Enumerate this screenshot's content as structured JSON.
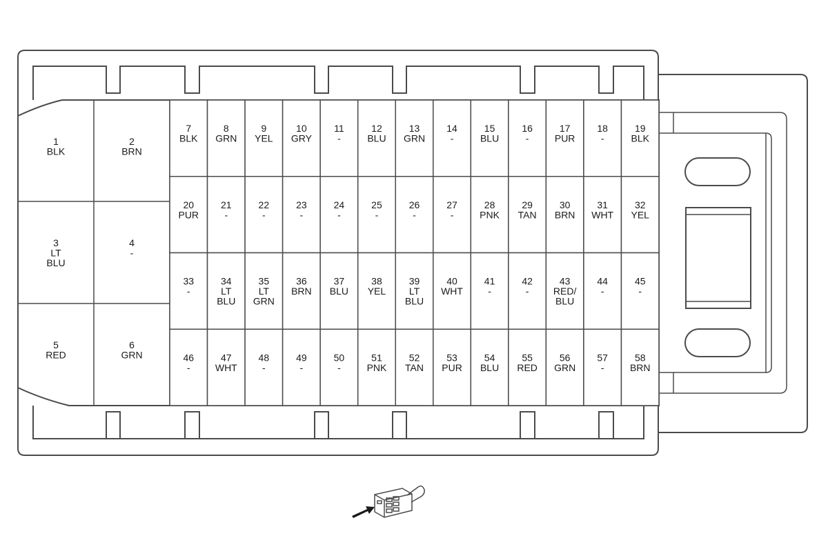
{
  "connector": {
    "large_pins": [
      {
        "num": "1",
        "lines": [
          "BLK"
        ]
      },
      {
        "num": "2",
        "lines": [
          "BRN"
        ]
      },
      {
        "num": "3",
        "lines": [
          "LT",
          "BLU"
        ]
      },
      {
        "num": "4",
        "lines": [
          "-"
        ]
      },
      {
        "num": "5",
        "lines": [
          "RED"
        ]
      },
      {
        "num": "6",
        "lines": [
          "GRN"
        ]
      }
    ],
    "pins": [
      {
        "num": "7",
        "lines": [
          "BLK"
        ]
      },
      {
        "num": "8",
        "lines": [
          "GRN"
        ]
      },
      {
        "num": "9",
        "lines": [
          "YEL"
        ]
      },
      {
        "num": "10",
        "lines": [
          "GRY"
        ]
      },
      {
        "num": "11",
        "lines": [
          "-"
        ]
      },
      {
        "num": "12",
        "lines": [
          "BLU"
        ]
      },
      {
        "num": "13",
        "lines": [
          "GRN"
        ]
      },
      {
        "num": "14",
        "lines": [
          "-"
        ]
      },
      {
        "num": "15",
        "lines": [
          "BLU"
        ]
      },
      {
        "num": "16",
        "lines": [
          "-"
        ]
      },
      {
        "num": "17",
        "lines": [
          "PUR"
        ]
      },
      {
        "num": "18",
        "lines": [
          "-"
        ]
      },
      {
        "num": "19",
        "lines": [
          "BLK"
        ]
      },
      {
        "num": "20",
        "lines": [
          "PUR"
        ]
      },
      {
        "num": "21",
        "lines": [
          "-"
        ]
      },
      {
        "num": "22",
        "lines": [
          "-"
        ]
      },
      {
        "num": "23",
        "lines": [
          "-"
        ]
      },
      {
        "num": "24",
        "lines": [
          "-"
        ]
      },
      {
        "num": "25",
        "lines": [
          "-"
        ]
      },
      {
        "num": "26",
        "lines": [
          "-"
        ]
      },
      {
        "num": "27",
        "lines": [
          "-"
        ]
      },
      {
        "num": "28",
        "lines": [
          "PNK"
        ]
      },
      {
        "num": "29",
        "lines": [
          "TAN"
        ]
      },
      {
        "num": "30",
        "lines": [
          "BRN"
        ]
      },
      {
        "num": "31",
        "lines": [
          "WHT"
        ]
      },
      {
        "num": "32",
        "lines": [
          "YEL"
        ]
      },
      {
        "num": "33",
        "lines": [
          "-"
        ]
      },
      {
        "num": "34",
        "lines": [
          "LT",
          "BLU"
        ]
      },
      {
        "num": "35",
        "lines": [
          "LT",
          "GRN"
        ]
      },
      {
        "num": "36",
        "lines": [
          "BRN"
        ]
      },
      {
        "num": "37",
        "lines": [
          "BLU"
        ]
      },
      {
        "num": "38",
        "lines": [
          "YEL"
        ]
      },
      {
        "num": "39",
        "lines": [
          "LT",
          "BLU"
        ]
      },
      {
        "num": "40",
        "lines": [
          "WHT"
        ]
      },
      {
        "num": "41",
        "lines": [
          "-"
        ]
      },
      {
        "num": "42",
        "lines": [
          "-"
        ]
      },
      {
        "num": "43",
        "lines": [
          "RED/",
          "BLU"
        ]
      },
      {
        "num": "44",
        "lines": [
          "-"
        ]
      },
      {
        "num": "45",
        "lines": [
          "-"
        ]
      },
      {
        "num": "46",
        "lines": [
          "-"
        ]
      },
      {
        "num": "47",
        "lines": [
          "WHT"
        ]
      },
      {
        "num": "48",
        "lines": [
          "-"
        ]
      },
      {
        "num": "49",
        "lines": [
          "-"
        ]
      },
      {
        "num": "50",
        "lines": [
          "-"
        ]
      },
      {
        "num": "51",
        "lines": [
          "PNK"
        ]
      },
      {
        "num": "52",
        "lines": [
          "TAN"
        ]
      },
      {
        "num": "53",
        "lines": [
          "PUR"
        ]
      },
      {
        "num": "54",
        "lines": [
          "BLU"
        ]
      },
      {
        "num": "55",
        "lines": [
          "RED"
        ]
      },
      {
        "num": "56",
        "lines": [
          "GRN"
        ]
      },
      {
        "num": "57",
        "lines": [
          "-"
        ]
      },
      {
        "num": "58",
        "lines": [
          "BRN"
        ]
      }
    ]
  },
  "colors": {
    "stroke": "#4a4a4a",
    "text": "#1a1a1a",
    "background": "#ffffff"
  },
  "icons": {
    "view_indicator": "connector-view-arrow-icon"
  }
}
